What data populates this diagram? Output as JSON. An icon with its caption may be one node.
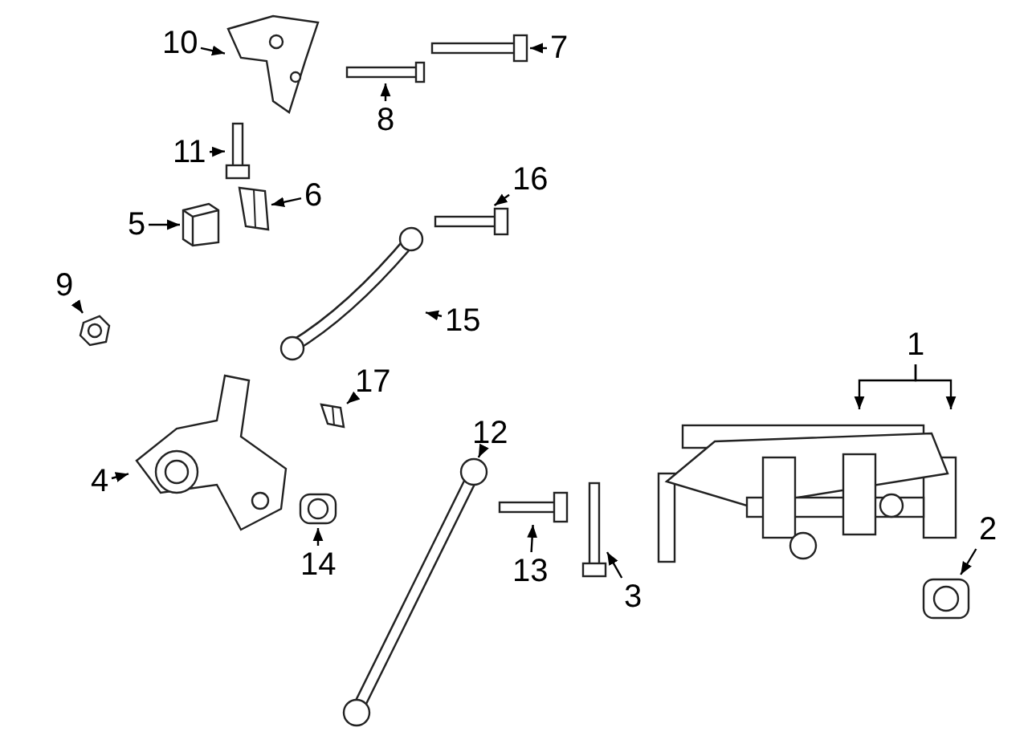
{
  "diagram": {
    "nodes": [
      {
        "text": [
          "1"
        ]
      },
      {
        "text": [
          "2"
        ]
      },
      {
        "text": [
          "3"
        ]
      },
      {
        "text": [
          "4"
        ]
      },
      {
        "text": [
          "5"
        ]
      },
      {
        "text": [
          "6"
        ]
      },
      {
        "text": [
          "7"
        ]
      },
      {
        "text": [
          "8"
        ]
      },
      {
        "text": [
          "9"
        ]
      },
      {
        "text": [
          "10"
        ]
      },
      {
        "text": [
          "11"
        ]
      },
      {
        "text": [
          "12"
        ]
      },
      {
        "text": [
          "13"
        ]
      },
      {
        "text": [
          "14"
        ]
      },
      {
        "text": [
          "15"
        ]
      },
      {
        "text": [
          "16"
        ]
      },
      {
        "text": [
          "17"
        ]
      },
      {
        "text": [],
        "shape": "picture"
      },
      {
        "text": [],
        "shape": "picture"
      },
      {
        "text": [],
        "shape": "picture"
      },
      {
        "text": [],
        "shape": "picture"
      },
      {
        "text": [],
        "shape": "picture"
      },
      {
        "text": [],
        "shape": "picture"
      },
      {
        "text": [],
        "shape": "picture"
      },
      {
        "text": [],
        "shape": "picture"
      },
      {
        "text": [],
        "shape": "picture"
      },
      {
        "text": [],
        "shape": "picture"
      },
      {
        "text": [],
        "shape": "picture"
      },
      {
        "text": [],
        "shape": "picture"
      },
      {
        "text": [],
        "shape": "picture"
      },
      {
        "text": [],
        "shape": "picture"
      },
      {
        "text": [],
        "shape": "picture"
      },
      {
        "text": [],
        "shape": "picture"
      },
      {
        "text": [],
        "shape": "picture"
      }
    ],
    "edges": [
      {
        "from": 0,
        "to": 17,
        "arrow": "to"
      },
      {
        "from": 0,
        "to": 17,
        "arrow": "to"
      },
      {
        "from": 1,
        "to": 18,
        "arrow": "to"
      },
      {
        "from": 2,
        "to": 19,
        "arrow": "to"
      },
      {
        "from": 3,
        "to": 20,
        "arrow": "to"
      },
      {
        "from": 4,
        "to": 21,
        "arrow": "to"
      },
      {
        "from": 5,
        "to": 22,
        "arrow": "to"
      },
      {
        "from": 6,
        "to": 23,
        "arrow": "to"
      },
      {
        "from": 7,
        "to": 24,
        "arrow": "to"
      },
      {
        "from": 8,
        "to": 25,
        "arrow": "to"
      },
      {
        "from": 9,
        "to": 26,
        "arrow": "to"
      },
      {
        "from": 10,
        "to": 27,
        "arrow": "to"
      },
      {
        "from": 11,
        "to": 28,
        "arrow": "to"
      },
      {
        "from": 12,
        "to": 29,
        "arrow": "to"
      },
      {
        "from": 13,
        "to": 30,
        "arrow": "to"
      },
      {
        "from": 14,
        "to": 31,
        "arrow": "to"
      },
      {
        "from": 15,
        "to": 32,
        "arrow": "to"
      },
      {
        "from": 16,
        "to": 33,
        "arrow": "to"
      }
    ]
  }
}
